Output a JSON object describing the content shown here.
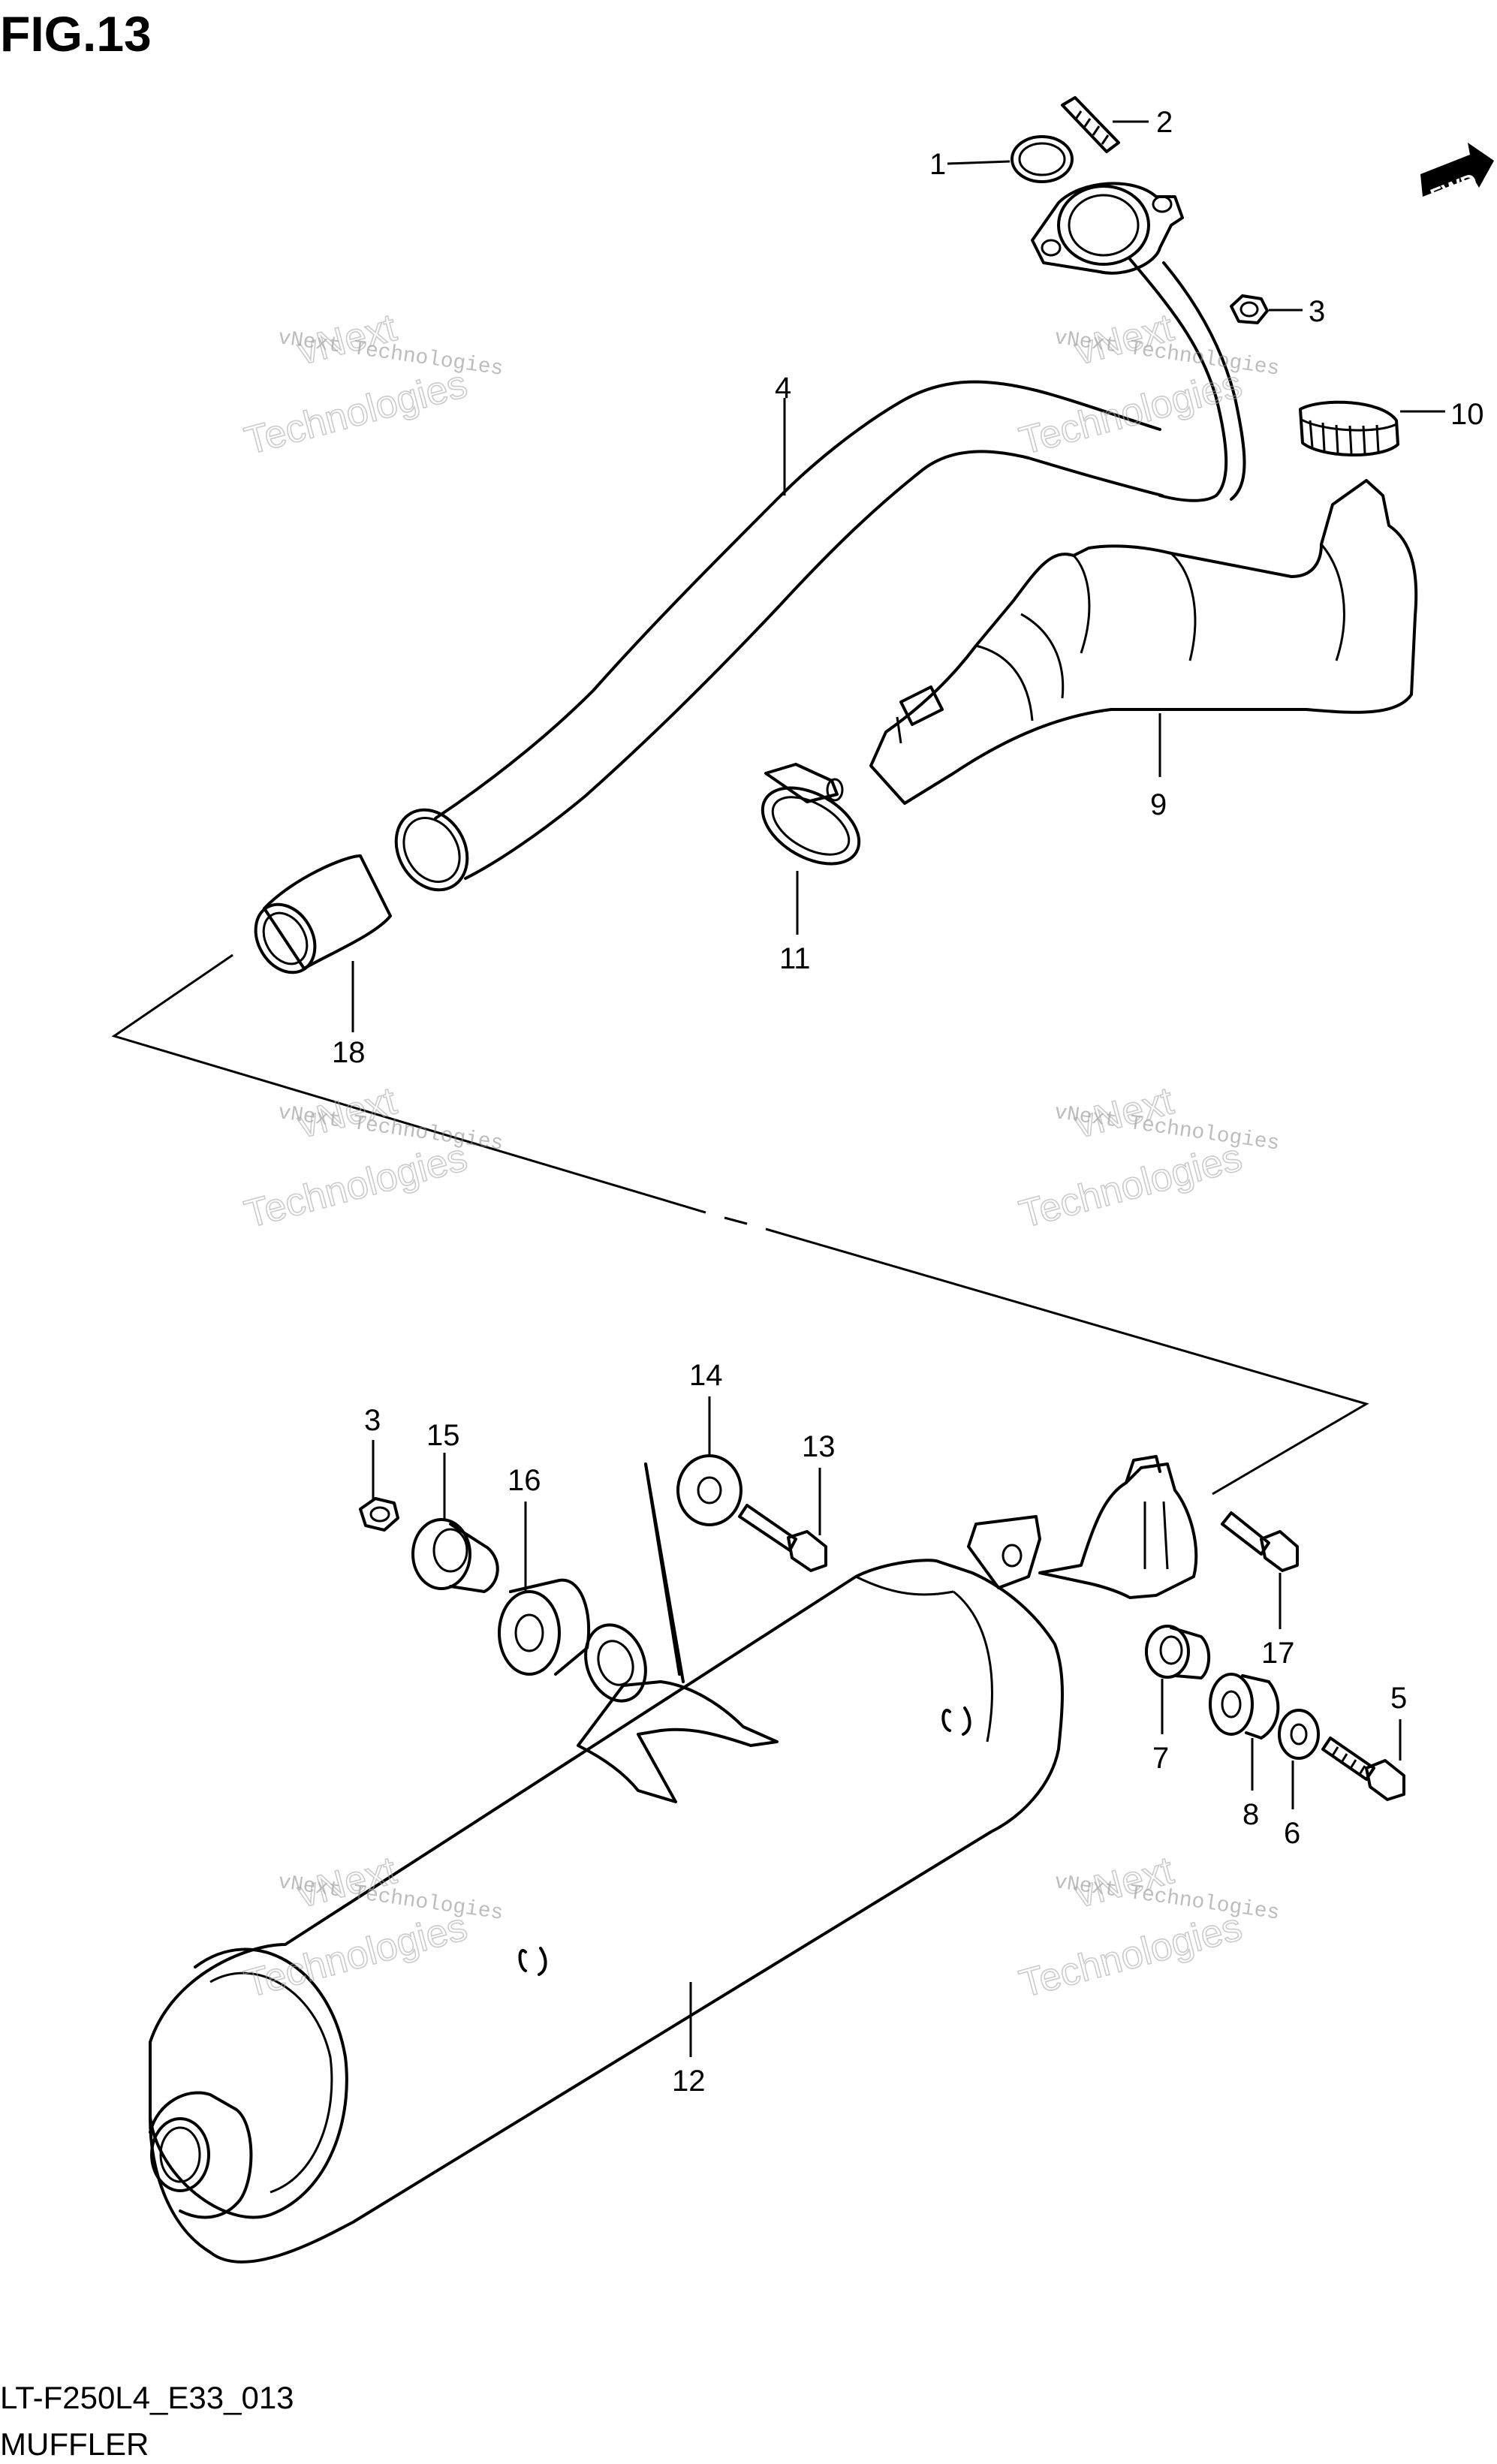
{
  "figure": {
    "title": "FIG.13",
    "code": "LT-F250L4_E33_013",
    "name": "MUFFLER",
    "direction_badge": "FWD"
  },
  "watermark": {
    "line1": "vNext Technologies",
    "line2": "vNext",
    "line3": "Technologies"
  },
  "callouts": [
    "1",
    "2",
    "3",
    "4",
    "10",
    "9",
    "11",
    "18",
    "14",
    "3",
    "15",
    "16",
    "13",
    "17",
    "5",
    "7",
    "8",
    "6",
    "12"
  ]
}
